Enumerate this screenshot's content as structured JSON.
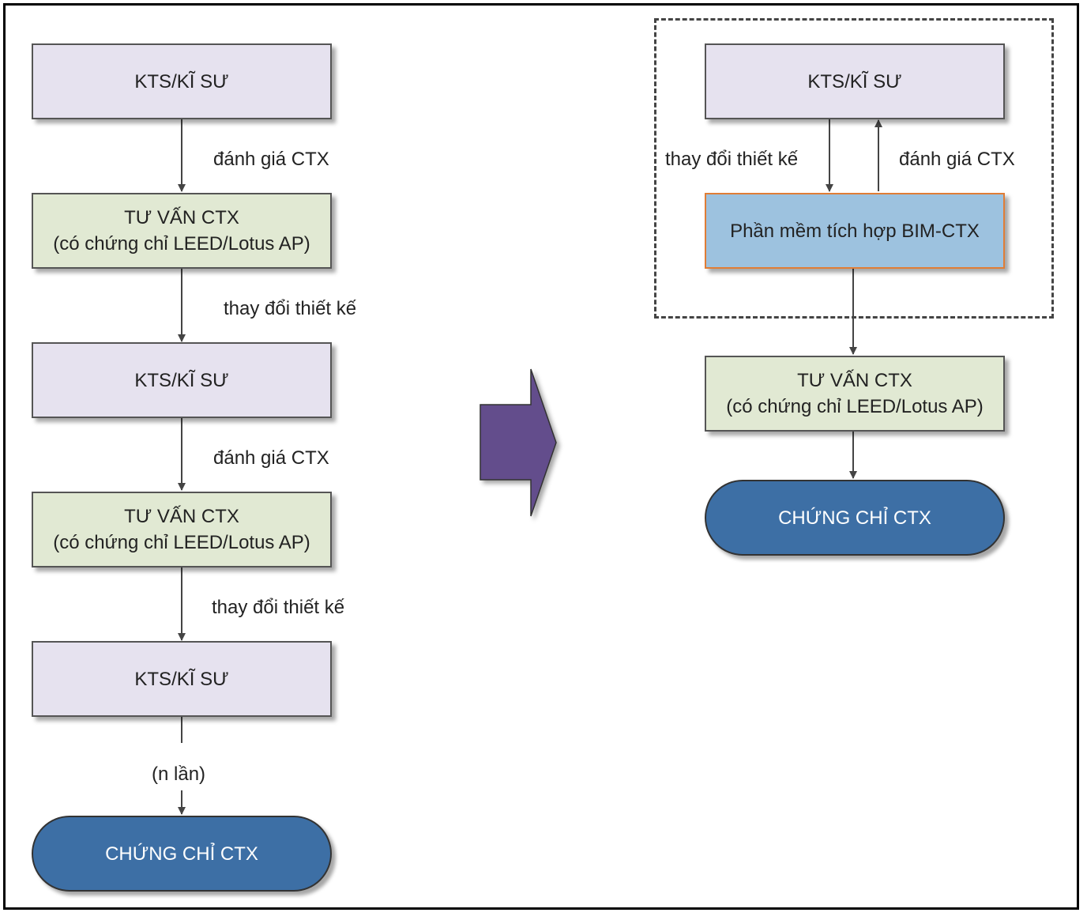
{
  "left_flow": {
    "step1": "KTS/KĨ SƯ",
    "edge1": "đánh giá CTX",
    "step2_line1": "TƯ VẤN CTX",
    "step2_line2": "(có chứng chỉ LEED/Lotus AP)",
    "edge2": "thay đổi thiết kế",
    "step3": "KTS/KĨ SƯ",
    "edge3": "đánh giá CTX",
    "step4_line1": "TƯ VẤN CTX",
    "step4_line2": "(có chứng chỉ LEED/Lotus AP)",
    "edge4": "thay đổi thiết kế",
    "step5": "KTS/KĨ SƯ",
    "edge5": "(n lần)",
    "end": "CHỨNG CHỈ CTX"
  },
  "right_flow": {
    "step1": "KTS/KĨ SƯ",
    "edge_down": "thay đổi thiết kế",
    "edge_up": "đánh giá CTX",
    "software": "Phần mềm tích hợp BIM-CTX",
    "step2_line1": "TƯ VẤN CTX",
    "step2_line2": "(có chứng chỉ LEED/Lotus AP)",
    "end": "CHỨNG CHỈ CTX"
  },
  "colors": {
    "architect_box": "#e6e2ef",
    "consultant_box": "#e1e9d3",
    "software_box": "#9dc2df",
    "software_border": "#e07d36",
    "certificate_pill": "#3d6fa5",
    "big_arrow": "#634e8c"
  }
}
